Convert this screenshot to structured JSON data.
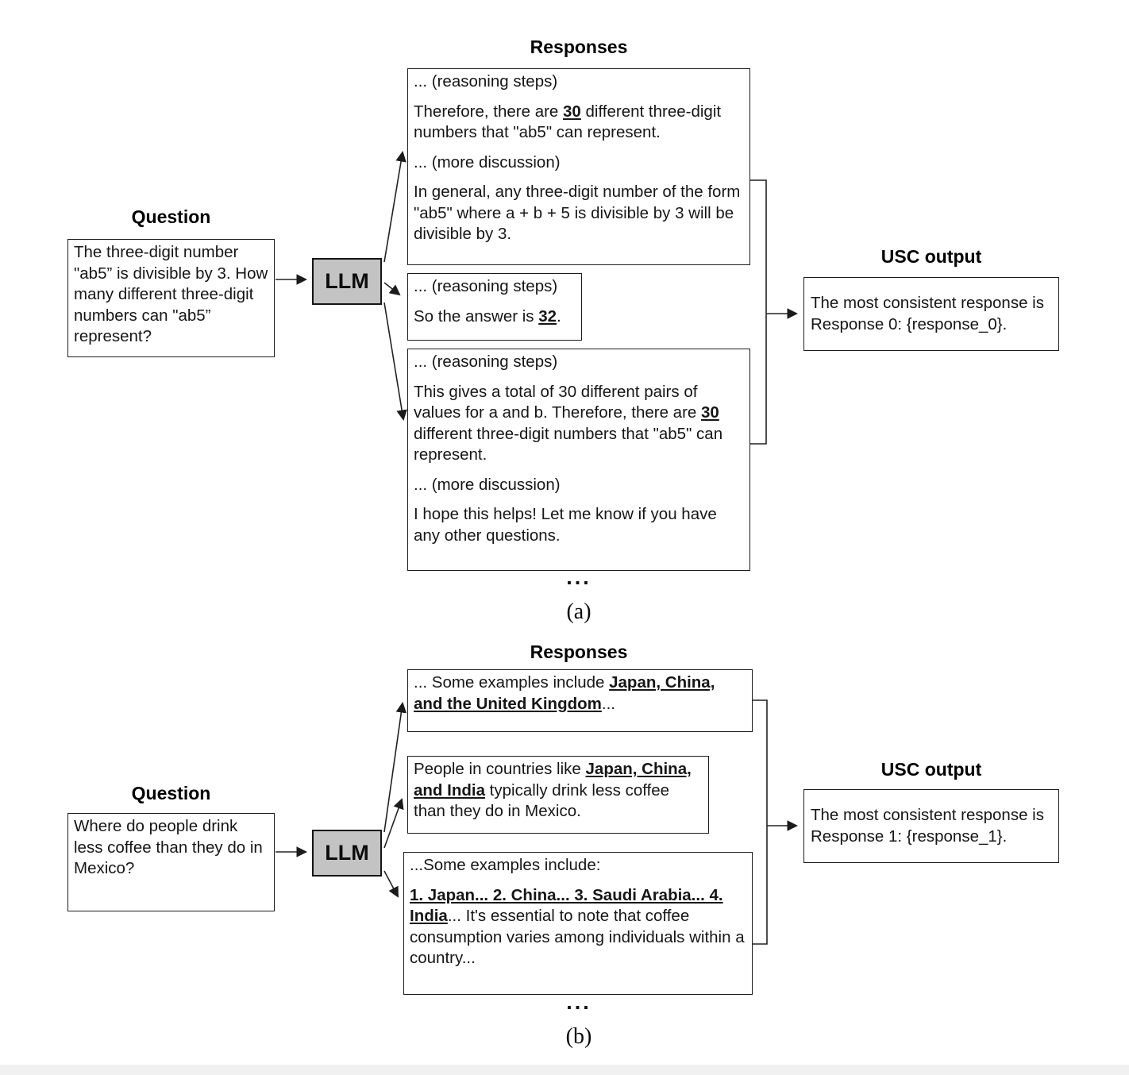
{
  "colors": {
    "box_border": "#1c1c1c",
    "llm_fill": "#c3c3c3",
    "arrow": "#222222",
    "background": "#ffffff",
    "bottom_strip": "#f1f1f1"
  },
  "panel_a": {
    "caption": "(a)",
    "question_title": "Question",
    "question_text": "The three-digit number \"ab5” is divisible by 3. How many different three-digit numbers can \"ab5” represent?",
    "llm_label": "LLM",
    "responses_title": "Responses",
    "responses": [
      {
        "paragraphs": [
          [
            {
              "t": "... (reasoning steps)"
            }
          ],
          [
            {
              "t": "Therefore, there are "
            },
            {
              "t": "30",
              "b": true,
              "u": true
            },
            {
              "t": " different three-digit numbers that \"ab5\" can represent."
            }
          ],
          [
            {
              "t": "... (more discussion)"
            }
          ],
          [
            {
              "t": "In general, any three-digit number of the form \"ab5\" where a + b + 5 is divisible by 3 will be divisible by 3."
            }
          ]
        ]
      },
      {
        "paragraphs": [
          [
            {
              "t": "... (reasoning steps)"
            }
          ],
          [
            {
              "t": "So the answer is "
            },
            {
              "t": "32",
              "b": true,
              "u": true
            },
            {
              "t": "."
            }
          ]
        ]
      },
      {
        "paragraphs": [
          [
            {
              "t": "... (reasoning steps)"
            }
          ],
          [
            {
              "t": "This gives a total of 30 different pairs of values for a and b. Therefore, there are "
            },
            {
              "t": "30",
              "b": true,
              "u": true
            },
            {
              "t": " different three-digit numbers that \"ab5\" can represent."
            }
          ],
          [
            {
              "t": "... (more discussion)"
            }
          ],
          [
            {
              "t": "I hope this helps! Let me know if you have any other questions."
            }
          ]
        ]
      }
    ],
    "more_responses_ellipsis": "...",
    "usc_title": "USC output",
    "usc_text": "The most consistent response is Response 0: {response_0}."
  },
  "panel_b": {
    "caption": "(b)",
    "question_title": "Question",
    "question_text": "Where do people drink less coffee than they do in Mexico?",
    "llm_label": "LLM",
    "responses_title": "Responses",
    "responses": [
      {
        "paragraphs": [
          [
            {
              "t": "... Some examples include "
            },
            {
              "t": "Japan, China, and the United Kingdom",
              "b": true,
              "u": true
            },
            {
              "t": "..."
            }
          ]
        ]
      },
      {
        "paragraphs": [
          [
            {
              "t": "People in countries like "
            },
            {
              "t": "Japan, China, and India",
              "b": true,
              "u": true
            },
            {
              "t": " typically drink less coffee than they do in Mexico."
            }
          ]
        ]
      },
      {
        "paragraphs": [
          [
            {
              "t": "...Some examples include:"
            }
          ],
          [
            {
              "t": "1. Japan... 2. China... 3. Saudi Arabia... 4. India",
              "b": true,
              "u": true
            },
            {
              "t": "... It's essential to note that coffee consumption varies among individuals within a country..."
            }
          ]
        ]
      }
    ],
    "more_responses_ellipsis": "...",
    "usc_title": "USC output",
    "usc_text": "The most consistent response is Response 1: {response_1}."
  }
}
